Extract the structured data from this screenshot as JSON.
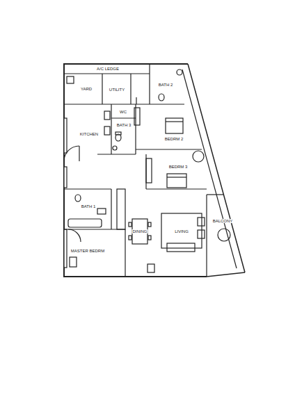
{
  "diagram": {
    "labels": [
      "A/C LEDGE",
      "YARD",
      "UTILITY",
      "BATH 2",
      "WC",
      "BEDRM 2",
      "KITCHEN",
      "BATH 3",
      "BEDRM 3",
      "BATH 1",
      "DINING",
      "LIVING",
      "MASTER BEDRM",
      "BALCONY"
    ]
  }
}
